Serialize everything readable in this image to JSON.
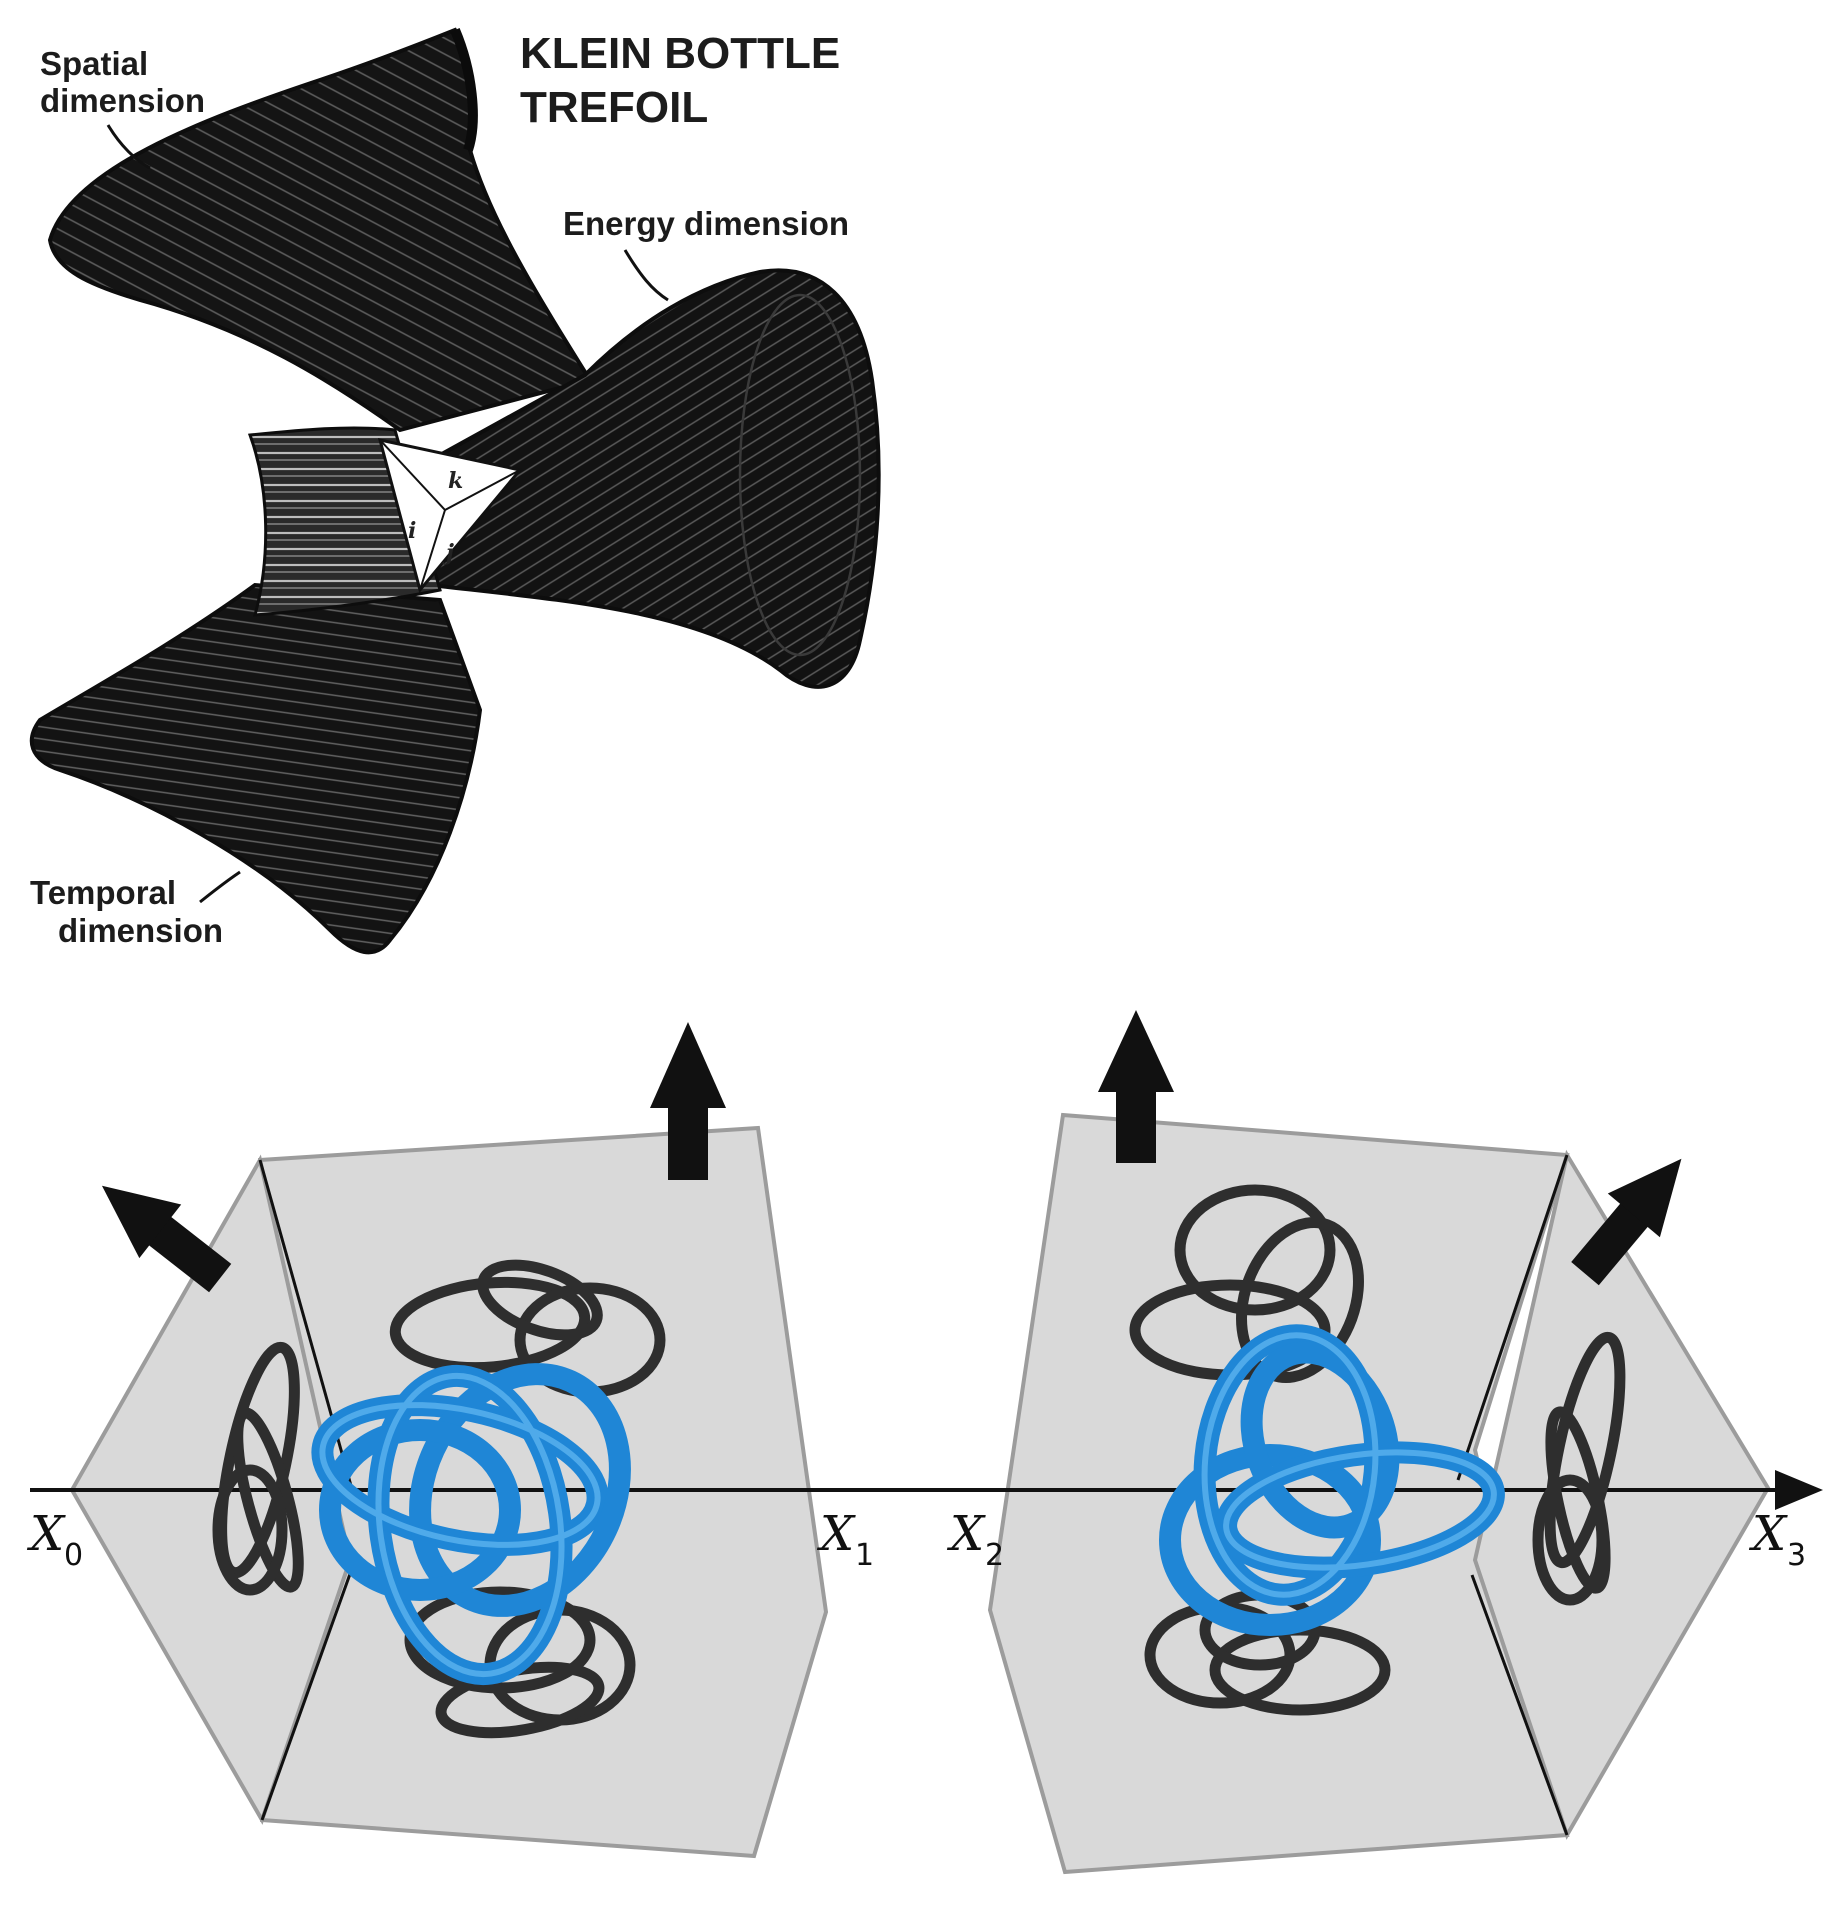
{
  "top_figure": {
    "title_line1": "KLEIN BOTTLE",
    "title_line2": "TREFOIL",
    "spatial_line1": "Spatial",
    "spatial_line2": "dimension",
    "energy_label": "Energy dimension",
    "temporal_line1": "Temporal",
    "temporal_line2": "dimension",
    "triangle_labels": [
      "k",
      "i",
      "j"
    ]
  },
  "bottom_figure": {
    "axis_points": [
      {
        "letter": "X",
        "sub": "0"
      },
      {
        "letter": "X",
        "sub": "1"
      },
      {
        "letter": "X",
        "sub": "2"
      },
      {
        "letter": "X",
        "sub": "3"
      }
    ]
  },
  "colors": {
    "panel_fill": "#d9d9d9",
    "panel_stroke": "#9c9c9c",
    "knot_blue": "#1f86d6",
    "knot_dark": "#2e2e2e",
    "surface_dark": "#121212"
  }
}
